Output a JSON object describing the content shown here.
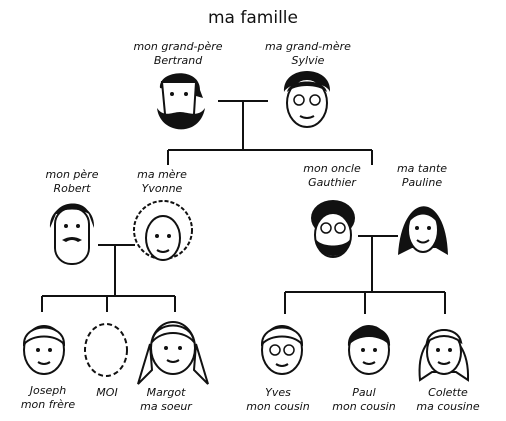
{
  "diagram": {
    "title": "ma famille",
    "people": [
      {
        "id": "bertrand",
        "line1": "mon grand-père",
        "line2": "Bertrand",
        "face": "bearded-hair-face"
      },
      {
        "id": "sylvie",
        "line1": "ma grand-mère",
        "line2": "Sylvie",
        "face": "glasses-bun-face"
      },
      {
        "id": "robert",
        "line1": "mon père",
        "line2": "Robert",
        "face": "mustache-face"
      },
      {
        "id": "yvonne",
        "line1": "ma mère",
        "line2": "Yvonne",
        "face": "curly-hair-face"
      },
      {
        "id": "gauthier",
        "line1": "mon oncle",
        "line2": "Gauthier",
        "face": "bearded-glasses-face"
      },
      {
        "id": "pauline",
        "line1": "ma tante",
        "line2": "Pauline",
        "face": "long-hair-face"
      },
      {
        "id": "joseph",
        "line1": "Joseph",
        "line2": "mon frère",
        "face": "boy-face"
      },
      {
        "id": "moi",
        "line1": "MOI",
        "line2": "",
        "face": "blank-dashed-face"
      },
      {
        "id": "margot",
        "line1": "Margot",
        "line2": "ma soeur",
        "face": "pigtails-face"
      },
      {
        "id": "yves",
        "line1": "Yves",
        "line2": "mon cousin",
        "face": "glasses-boy-face"
      },
      {
        "id": "paul",
        "line1": "Paul",
        "line2": "mon cousin",
        "face": "dark-hair-boy-face"
      },
      {
        "id": "colette",
        "line1": "Colette",
        "line2": "ma cousine",
        "face": "bob-hair-girl-face"
      }
    ]
  }
}
